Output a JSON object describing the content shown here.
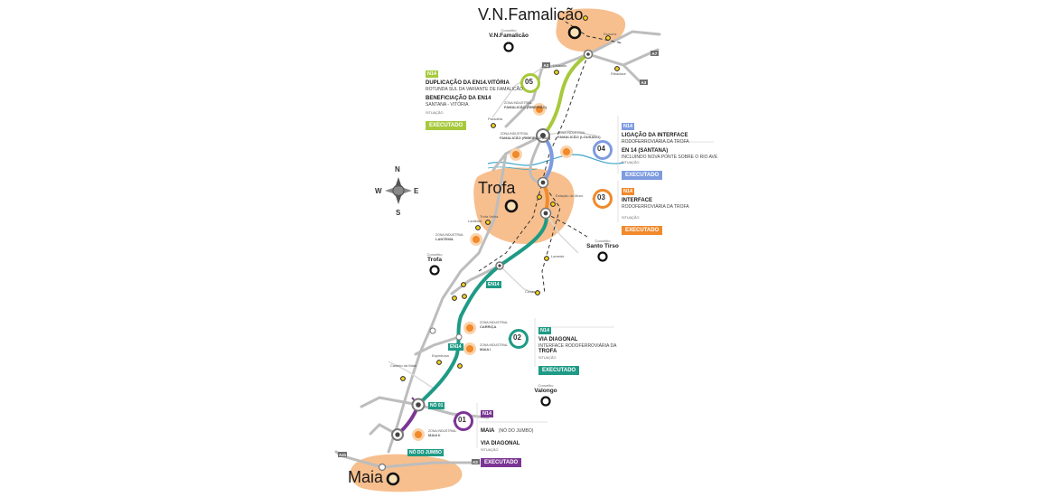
{
  "cities": {
    "famalicao": "V.N.Famalicão",
    "trofa": "Trofa",
    "maia": "Maia"
  },
  "municipalities": [
    {
      "sub": "Concelho",
      "name": "V.N.Famalicão"
    },
    {
      "sub": "Concelho",
      "name": "Santo Tirso"
    },
    {
      "sub": "Concelho",
      "name": "Trofa"
    },
    {
      "sub": "Concelho",
      "name": "Valongo"
    }
  ],
  "compass": {
    "n": "N",
    "s": "S",
    "e": "E",
    "w": "W"
  },
  "places": {
    "esmoriz": "Esmoriz",
    "lousado": "Lousado",
    "riba_dave": "Ribadave",
    "paradela": "Paradela",
    "trofa_velha": "Trofa Velha",
    "lantemil": "Lantemil",
    "lamede": "Lamede",
    "covas": "Covas",
    "espinhosa": "Espinhosa",
    "castelo_maia": "Castelo da Maia",
    "estacao_muro": "Estação do Muro"
  },
  "stations": {
    "famalicao_ribeirao": "FAMALICÃO (RIBEIRÃO)",
    "famalicao_ribeirao_sul": "FAMALICÃO (RIBEIRÃO SUL)",
    "famalicao_lousado": "FAMALICÃO (LOUSADO)",
    "lantemil": "LANTEMIL",
    "carrica": "CARRIÇA",
    "maia1": "MAIA I",
    "maia2": "MAIA II",
    "station_sub": "ZONA INDUSTRIAL"
  },
  "road_tags": {
    "en14_a": "EN14",
    "en14_b": "EN14",
    "no01": "NÓ 01",
    "no_jumbo": "NÓ DO JUMBO",
    "a3": "A3",
    "a7": "A7",
    "a3b": "A3",
    "a41": "A41"
  },
  "situacao_label": "SITUAÇÃO",
  "executado_label": "EXECUTADO",
  "stages": [
    {
      "num": "05",
      "code": "N14",
      "lines": [
        {
          "head": "DUPLICAÇÃO DA EN14.VITÓRIA",
          "sub": "ROTUNDA SUL DA VARIANTE DE FAMALICÃO"
        },
        {
          "head": "BENEFICIAÇÃO DA EN14",
          "sub": "SANTANA - VITÓRIA"
        }
      ],
      "color": "#a7c93b"
    },
    {
      "num": "04",
      "code": "N14",
      "lines": [
        {
          "head": "LIGAÇÃO DA INTERFACE",
          "sub": "RODOFERROVIÁRIA DA TROFA"
        },
        {
          "head": "EN 14 (SANTANA)",
          "sub": "INCLUINDO NOVA PONTE SOBRE O RIO AVE"
        }
      ],
      "color": "#7e9be0"
    },
    {
      "num": "03",
      "code": "N14",
      "lines": [
        {
          "head": "INTERFACE",
          "sub": "RODOFERROVIÁRIA DA TROFA"
        }
      ],
      "color": "#f08a2b"
    },
    {
      "num": "02",
      "code": "N14",
      "lines": [
        {
          "head": "VIA DIAGONAL",
          "sub": "INTERFACE RODOFERROVIÁRIA DA"
        },
        {
          "head": "TROFA",
          "sub": ""
        }
      ],
      "color": "#1e9a85"
    },
    {
      "num": "01",
      "code": "N14",
      "lines": [
        {
          "head": "MAIA",
          "sub": "(NÓ DO JUMBO)"
        },
        {
          "head": "VIA DIAGONAL",
          "sub": ""
        }
      ],
      "color": "#7b3594"
    }
  ],
  "colors": {
    "urban": "#f6b47a",
    "road": "#c8c8c8",
    "road_edge": "#8a8a8a",
    "stage5": "#a7c93b",
    "stage4": "#7e9be0",
    "stage3": "#f08a2b",
    "stage2": "#1e9a85",
    "stage1": "#7b3594",
    "river": "#3ea6c9"
  }
}
